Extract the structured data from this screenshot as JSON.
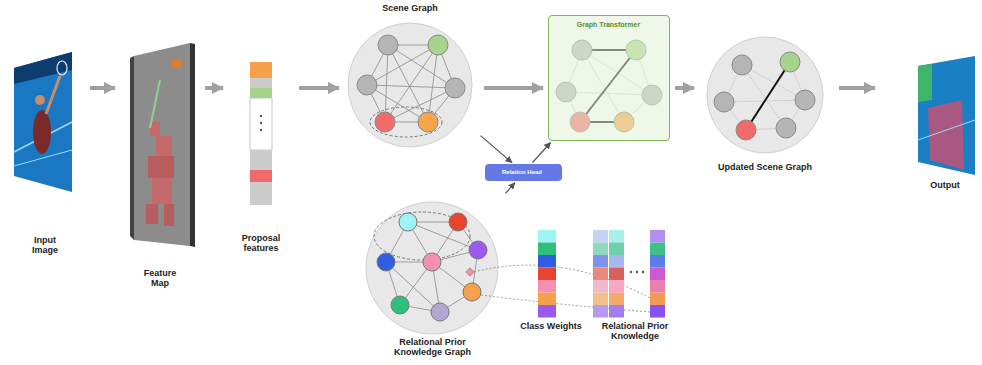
{
  "diagram": {
    "nodes": [
      {
        "text": [
          "Input Image"
        ]
      },
      {
        "text": [
          "Feature Map"
        ]
      },
      {
        "text": [
          "Proposal features"
        ]
      },
      {
        "text": [
          "Scene Graph"
        ]
      },
      {
        "text": [
          "Graph Transformer"
        ]
      },
      {
        "text": [
          "Updated Scene Graph"
        ]
      },
      {
        "text": [
          "Output"
        ]
      },
      {
        "text": [
          "Relation Head"
        ]
      },
      {
        "text": [
          "Relational Prior Knowledge Graph"
        ]
      },
      {
        "text": [
          "Class Weights"
        ]
      },
      {
        "text": [
          "Relational Prior Knowledge"
        ]
      }
    ],
    "edges": [
      {
        "from": 0,
        "to": 1,
        "arrow": "to"
      },
      {
        "from": 1,
        "to": 2,
        "arrow": "to"
      },
      {
        "from": 2,
        "to": 3,
        "arrow": "to"
      },
      {
        "from": 3,
        "to": 4,
        "arrow": "to"
      },
      {
        "from": 4,
        "to": 5,
        "arrow": "to"
      },
      {
        "from": 5,
        "to": 6,
        "arrow": "to"
      },
      {
        "from": 3,
        "to": 7,
        "arrow": "to"
      },
      {
        "from": 7,
        "to": 4,
        "arrow": "to"
      },
      {
        "from": 8,
        "to": 7,
        "arrow": "to"
      }
    ]
  }
}
